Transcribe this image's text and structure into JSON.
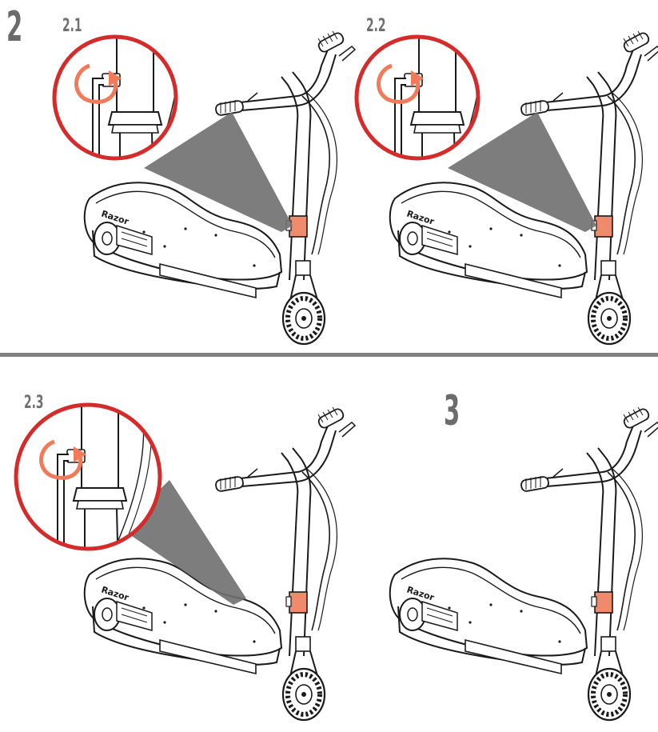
{
  "steps": {
    "main_2": "2",
    "main_3": "3",
    "sub_1": "2.1",
    "sub_2": "2.2",
    "sub_3": "2.3"
  },
  "brand_mark": "Razor",
  "colors": {
    "callout_ring": "#d42b2b",
    "highlight_collar": "#f08a6c",
    "rotation_arrow": "#f07a5a",
    "beam": "#6f6f6f",
    "divider": "#808080",
    "line_art": "#1a1a1a"
  },
  "panels": [
    {
      "id": "2.1",
      "icon": "hex-key-tighten-callout"
    },
    {
      "id": "2.2",
      "icon": "hex-key-tighten-callout"
    },
    {
      "id": "2.3",
      "icon": "hex-key-tighten-callout"
    },
    {
      "id": "3",
      "icon": "assembled-scooter"
    }
  ]
}
